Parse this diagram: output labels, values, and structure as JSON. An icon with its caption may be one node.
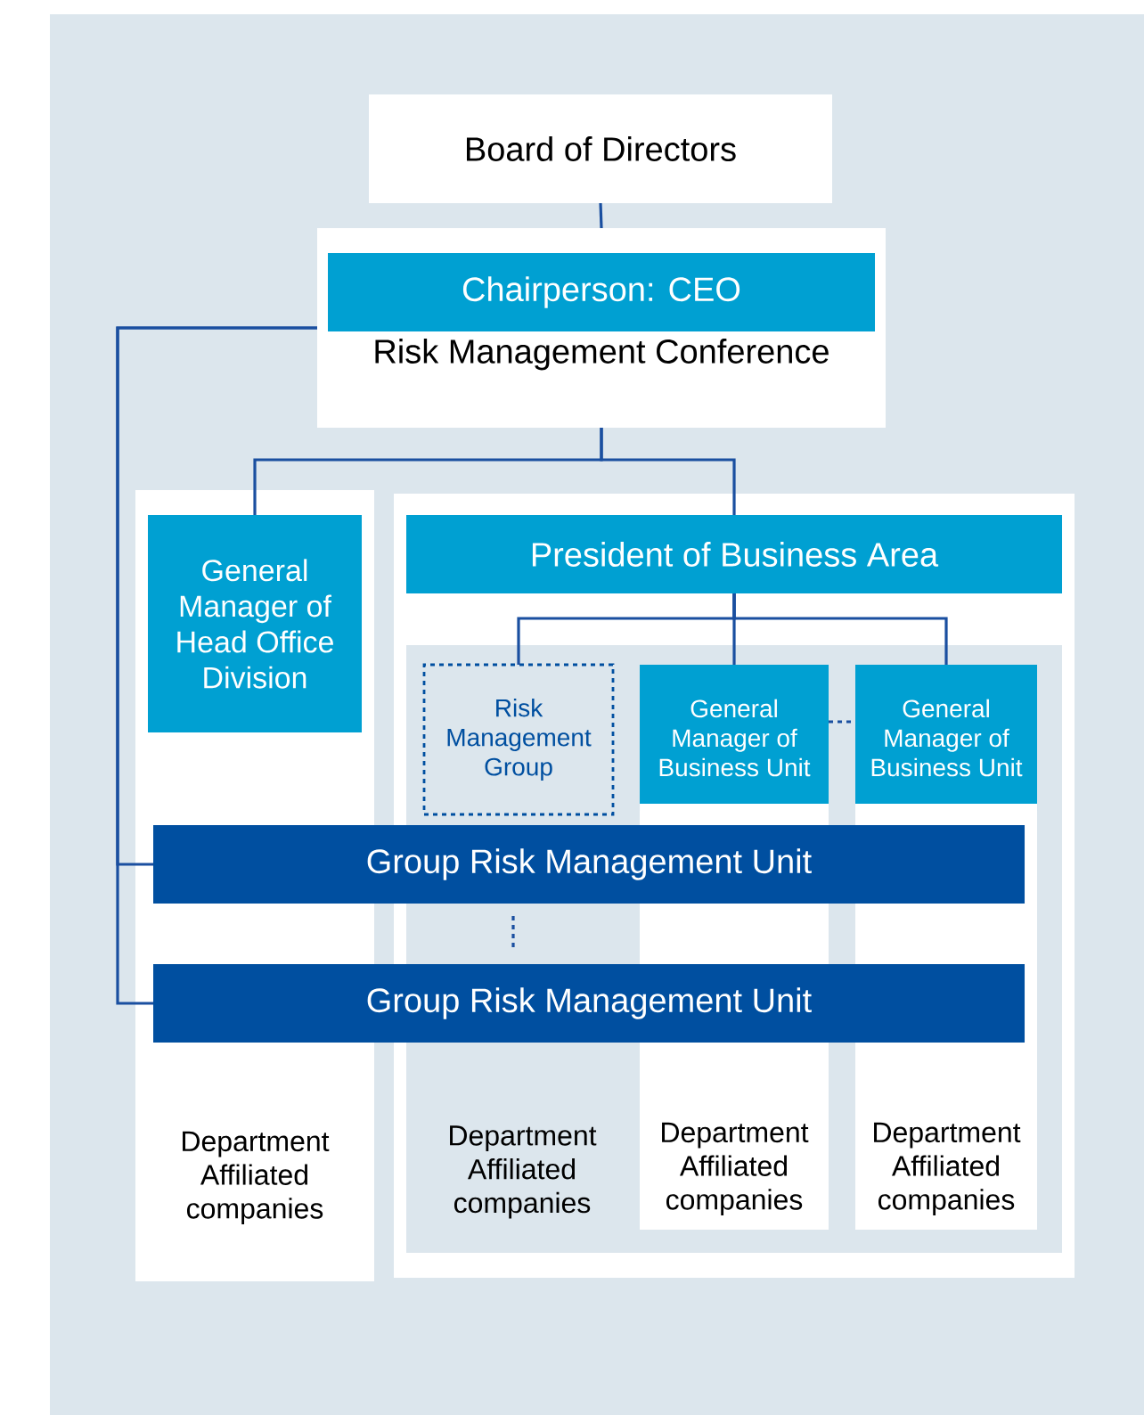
{
  "diagram": {
    "nodes": [
      {
        "text": [
          "Board of Directors"
        ]
      },
      {
        "text": [
          "Risk Management Conference"
        ]
      },
      {
        "text": [
          "Chairperson: CEO"
        ],
        "in": 1
      },
      {
        "text": [
          "Department Affiliated companies"
        ]
      },
      {
        "text": [
          "General Manager of Head Office Division"
        ],
        "in": 3
      },
      {
        "text": [],
        "shape": "box"
      },
      {
        "text": [
          "President of Business Area"
        ],
        "in": 5
      },
      {
        "text": [],
        "shape": "box",
        "in": 5
      },
      {
        "text": [
          "Risk Management Group"
        ],
        "in": 7
      },
      {
        "text": [
          "General Manager of Business Unit"
        ],
        "in": 7
      },
      {
        "text": [
          "General Manager of Business Unit"
        ],
        "in": 7
      },
      {
        "text": [
          "Group Risk Management Unit"
        ]
      },
      {
        "text": [
          "Group Risk Management Unit"
        ]
      },
      {
        "text": [
          "Department Affiliated companies"
        ],
        "in": 7
      },
      {
        "text": [
          "Department Affiliated companies"
        ],
        "in": 7
      }
    ],
    "edges": [
      {
        "from": 0,
        "to": 1,
        "arrow": "none"
      },
      {
        "from": 1,
        "to": 4,
        "arrow": "none"
      },
      {
        "from": 1,
        "to": 6,
        "arrow": "none"
      },
      {
        "from": 6,
        "to": 8,
        "arrow": "none"
      },
      {
        "from": 6,
        "to": 9,
        "arrow": "none"
      },
      {
        "from": 6,
        "to": 10,
        "arrow": "none"
      },
      {
        "from": 9,
        "to": 10,
        "arrow": "none",
        "style": "dashed"
      },
      {
        "from": 1,
        "to": 11,
        "arrow": "none"
      },
      {
        "from": 1,
        "to": 12,
        "arrow": "none"
      },
      {
        "from": 11,
        "to": 12,
        "arrow": "none",
        "style": "dashed"
      }
    ],
    "labels": [
      "Department Affiliated companies"
    ]
  }
}
